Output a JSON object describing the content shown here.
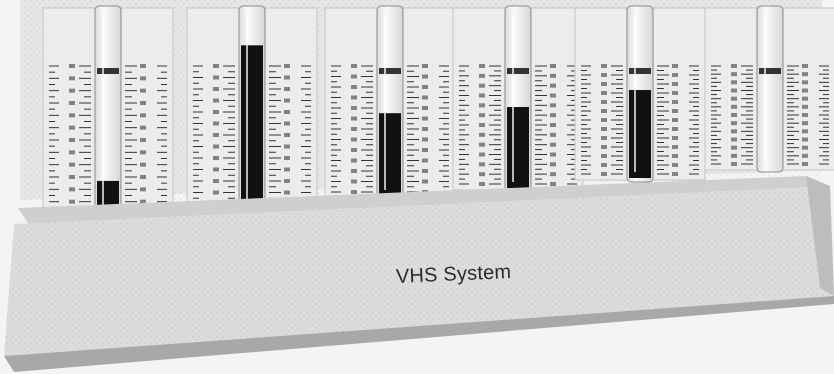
{
  "image": {
    "rack_label": "VHS System",
    "colors": {
      "background": "#f4f4f4",
      "rack_body": "#dedede",
      "rack_shadow": "#b8b8b8",
      "scale_panel": "#ececec",
      "tube_glass": "#f7f7f7",
      "blood_column": "#111111",
      "scale_marks": "#333333"
    },
    "tubes": [
      {
        "id": "tube-1",
        "blood_fill_fraction": 0.18
      },
      {
        "id": "tube-2",
        "blood_fill_fraction": 0.83
      },
      {
        "id": "tube-3",
        "blood_fill_fraction": 0.45
      },
      {
        "id": "tube-4",
        "blood_fill_fraction": 0.46
      },
      {
        "id": "tube-5",
        "blood_fill_fraction": 0.53
      },
      {
        "id": "tube-6",
        "blood_fill_fraction": 0.0
      }
    ]
  }
}
